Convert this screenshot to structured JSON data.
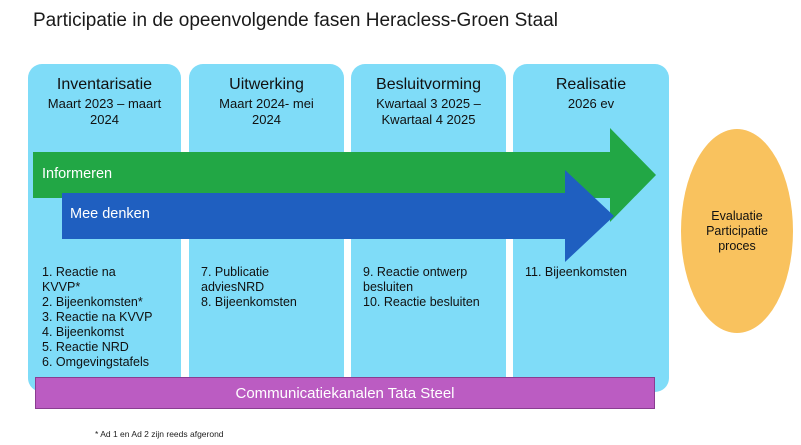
{
  "title": "Participatie in de opeenvolgende fasen Heracless-Groen Staal",
  "phases": [
    {
      "title": "Inventarisatie",
      "period": "Maart 2023 – maart\n2024",
      "items": [
        "1. Reactie na\n    KVVP*",
        "2. Bijeenkomsten*",
        "3. Reactie na KVVP",
        "4. Bijeenkomst",
        "5. Reactie NRD",
        "6. Omgevingstafels"
      ]
    },
    {
      "title": "Uitwerking",
      "period": "Maart 2024- mei\n2024",
      "items": [
        "7. Publicatie\n    adviesNRD",
        "8. Bijeenkomsten"
      ]
    },
    {
      "title": "Besluitvorming",
      "period": "Kwartaal 3 2025 –\nKwartaal 4 2025",
      "items": [
        "9. Reactie ontwerp\n    besluiten",
        "10. Reactie besluiten"
      ]
    },
    {
      "title": "Realisatie",
      "period": "2026 ev",
      "items": [
        "11. Bijeenkomsten"
      ]
    }
  ],
  "arrows": [
    {
      "label": "Informeren",
      "color": "#22a745"
    },
    {
      "label": "Mee denken",
      "color": "#1f5fc0"
    }
  ],
  "communication_bar": {
    "label": "Communicatiekanalen Tata Steel",
    "color": "#bb5cc2"
  },
  "evaluation": {
    "label": "Evaluatie\nParticipatie\nproces",
    "color": "#f9c25e"
  },
  "footnote": "* Ad 1 en Ad 2 zijn reeds afgerond",
  "colors": {
    "phase_bg": "#7fdcf8"
  }
}
